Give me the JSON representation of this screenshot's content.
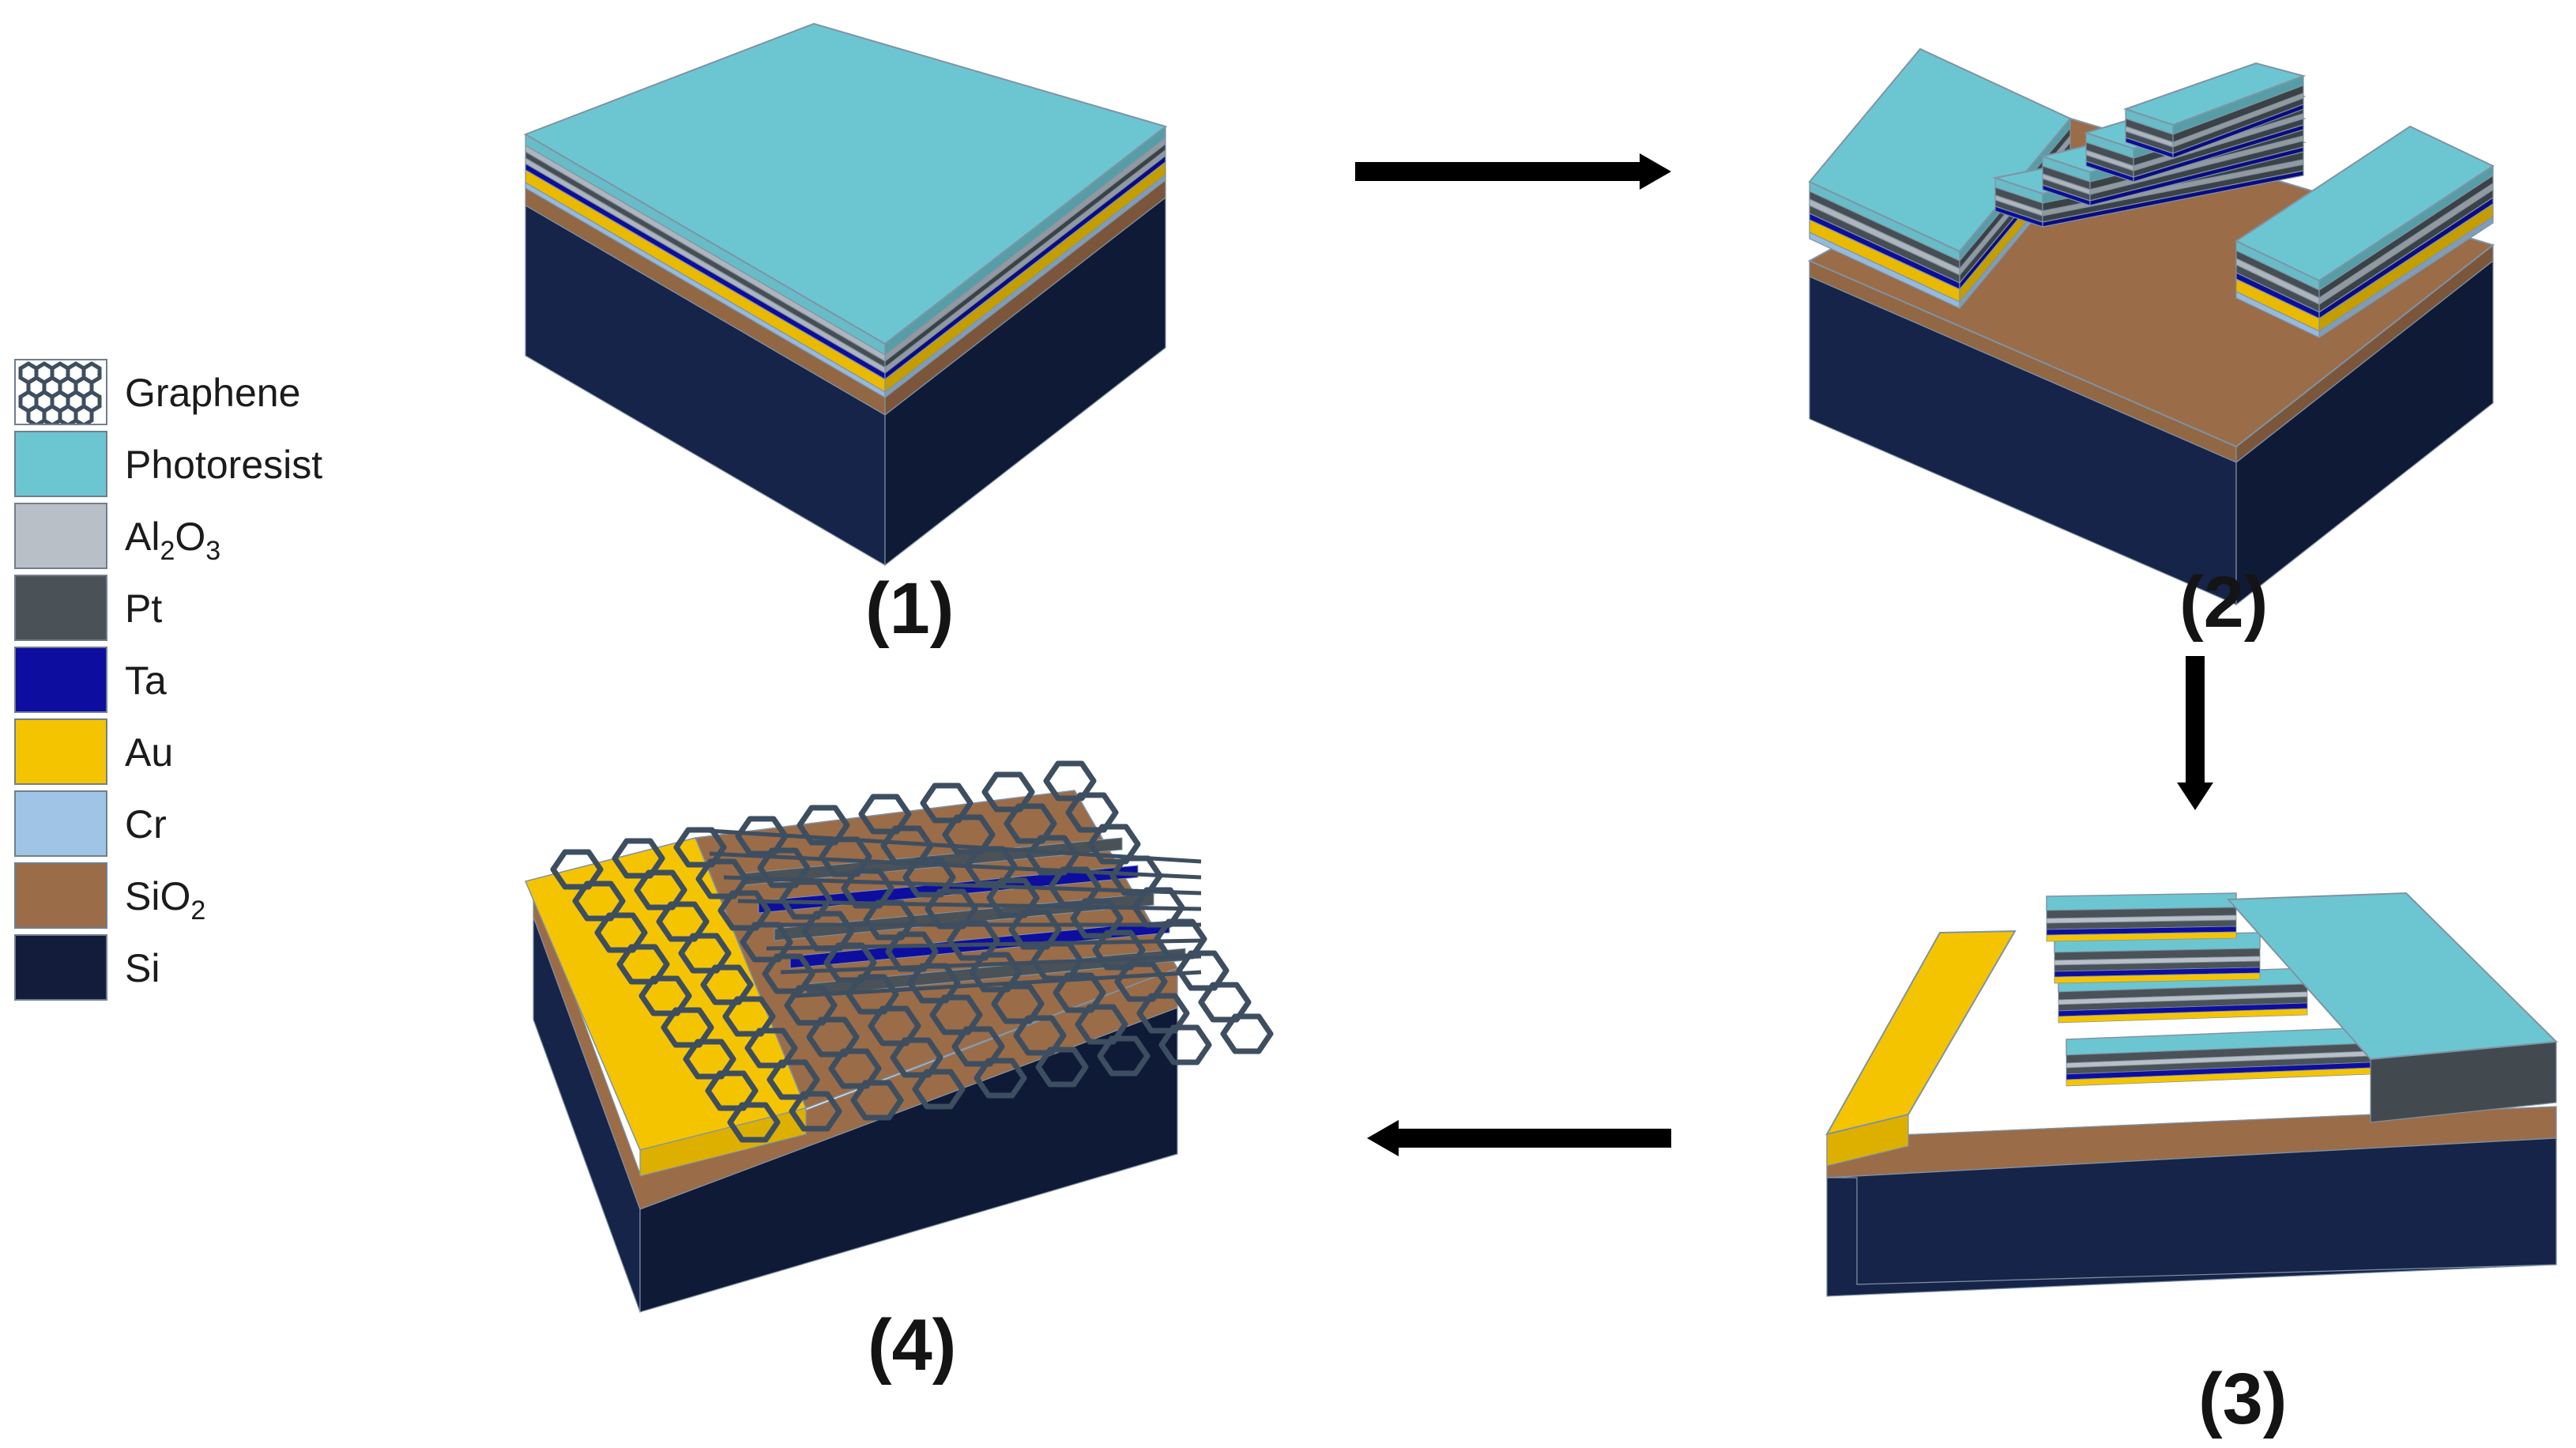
{
  "legend": {
    "items": [
      {
        "key": "graphene",
        "label": "Graphene",
        "color": "#3d4e60"
      },
      {
        "key": "photoresist",
        "label": "Photoresist",
        "color": "#6cc6d1"
      },
      {
        "key": "al2o3",
        "label": "Al2O3",
        "label_main": "Al",
        "sub1": "2",
        "mid": "O",
        "sub2": "3",
        "color": "#b8bfc6"
      },
      {
        "key": "pt",
        "label": "Pt",
        "color": "#4a5258"
      },
      {
        "key": "ta",
        "label": "Ta",
        "color": "#0d0ea0"
      },
      {
        "key": "au",
        "label": "Au",
        "color": "#f5c400"
      },
      {
        "key": "cr",
        "label": "Cr",
        "color": "#9fc4e6"
      },
      {
        "key": "sio2",
        "label": "SiO2",
        "label_main": "SiO",
        "sub1": "2",
        "color": "#9a6c48"
      },
      {
        "key": "si",
        "label": "Si",
        "color": "#131d3b"
      }
    ]
  },
  "steps": [
    {
      "label": "(1)"
    },
    {
      "label": "(2)"
    },
    {
      "label": "(3)"
    },
    {
      "label": "(4)"
    }
  ],
  "colors": {
    "si_front": "#162449",
    "si_side": "#0f1a36",
    "outline": "#7f93a5",
    "arrow": "#000000"
  }
}
